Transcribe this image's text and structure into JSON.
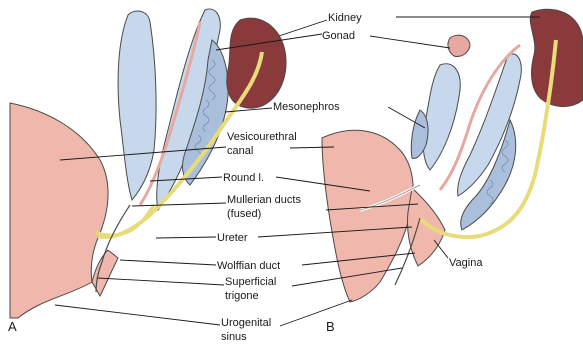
{
  "colors": {
    "urogenital_sinus": "#f0b7ad",
    "kidney": "#8a3a3a",
    "paramesonephric": "#c8d8ec",
    "mesonephros": "#aabfdb",
    "wolffian": "#e8dc7a",
    "outline": "#4a4a4a",
    "background": "#ffffff"
  },
  "panels": {
    "a": "A",
    "b": "B"
  },
  "labels": {
    "kidney": "Kidney",
    "gonad": "Gonad",
    "mesonephros": "Mesonephros",
    "vesicourethral_1": "Vesicourethral",
    "vesicourethral_2": "canal",
    "round_l": "Round l.",
    "mullerian_1": "Mullerian ducts",
    "mullerian_2": "(fused)",
    "ureter": "Ureter",
    "wolffian": "Wolffian duct",
    "vagina": "Vagina",
    "trigone_1": "Superficial",
    "trigone_2": "trigone",
    "sinus_1": "Urogenital",
    "sinus_2": "sinus"
  }
}
